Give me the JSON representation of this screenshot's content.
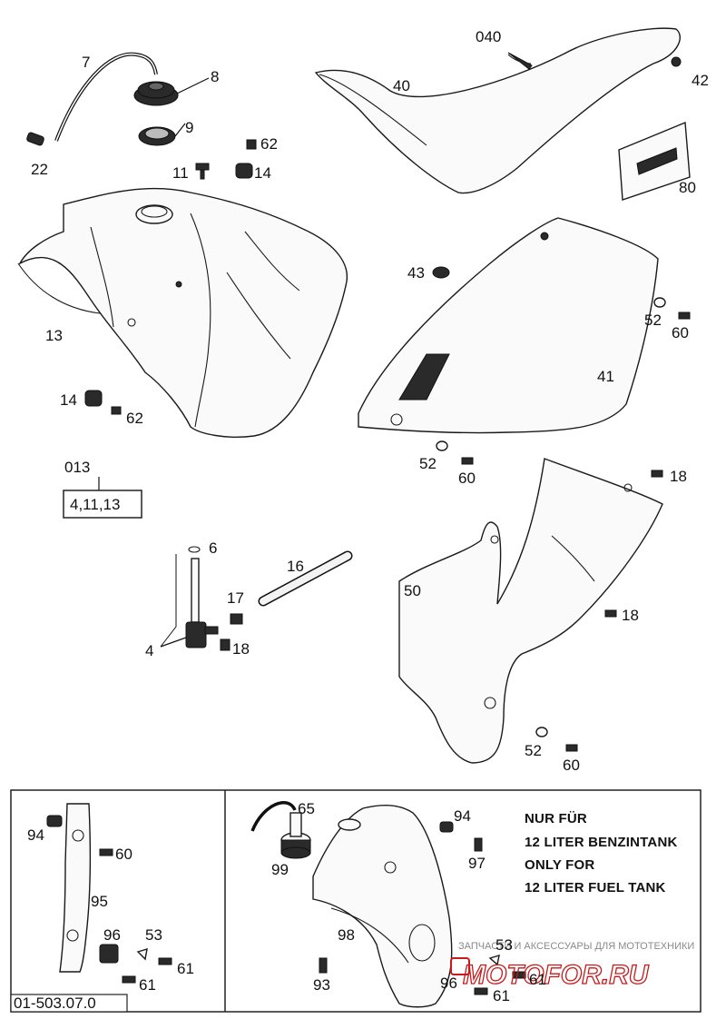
{
  "diagram": {
    "drawing_code": "01-503.07.0",
    "set_code": "013",
    "set_contents": "4,11,13",
    "note_lines": [
      "NUR FÜR",
      "12 LITER BENZINTANK",
      "ONLY FOR",
      "12 LITER FUEL TANK"
    ],
    "watermark_small": "ЗАПЧАСТИ И АКСЕССУАРЫ ДЛЯ МОТОТЕХНИКИ",
    "watermark_brand": "MOTOFOR.RU",
    "labels": {
      "p7": "7",
      "p8": "8",
      "p9": "9",
      "p22": "22",
      "p11": "11",
      "p62a": "62",
      "p14a": "14",
      "p040": "040",
      "p40": "40",
      "p42": "42",
      "p80": "80",
      "p13": "13",
      "p43": "43",
      "p52a": "52",
      "p60a": "60",
      "p41": "41",
      "p14b": "14",
      "p62b": "62",
      "p52b": "52",
      "p60b": "60",
      "p18a": "18",
      "p6": "6",
      "p16": "16",
      "p17": "17",
      "p50": "50",
      "p18b": "18",
      "p4": "4",
      "p18c": "18",
      "p52c": "52",
      "p60c": "60",
      "p94a": "94",
      "p60d": "60",
      "p95": "95",
      "p96a": "96",
      "p53a": "53",
      "p61a": "61",
      "p61b": "61",
      "p65": "65",
      "p99": "99",
      "p94b": "94",
      "p97": "97",
      "p98": "98",
      "p53b": "53",
      "p93": "93",
      "p96b": "96",
      "p61c": "61",
      "p61d": "61"
    }
  }
}
